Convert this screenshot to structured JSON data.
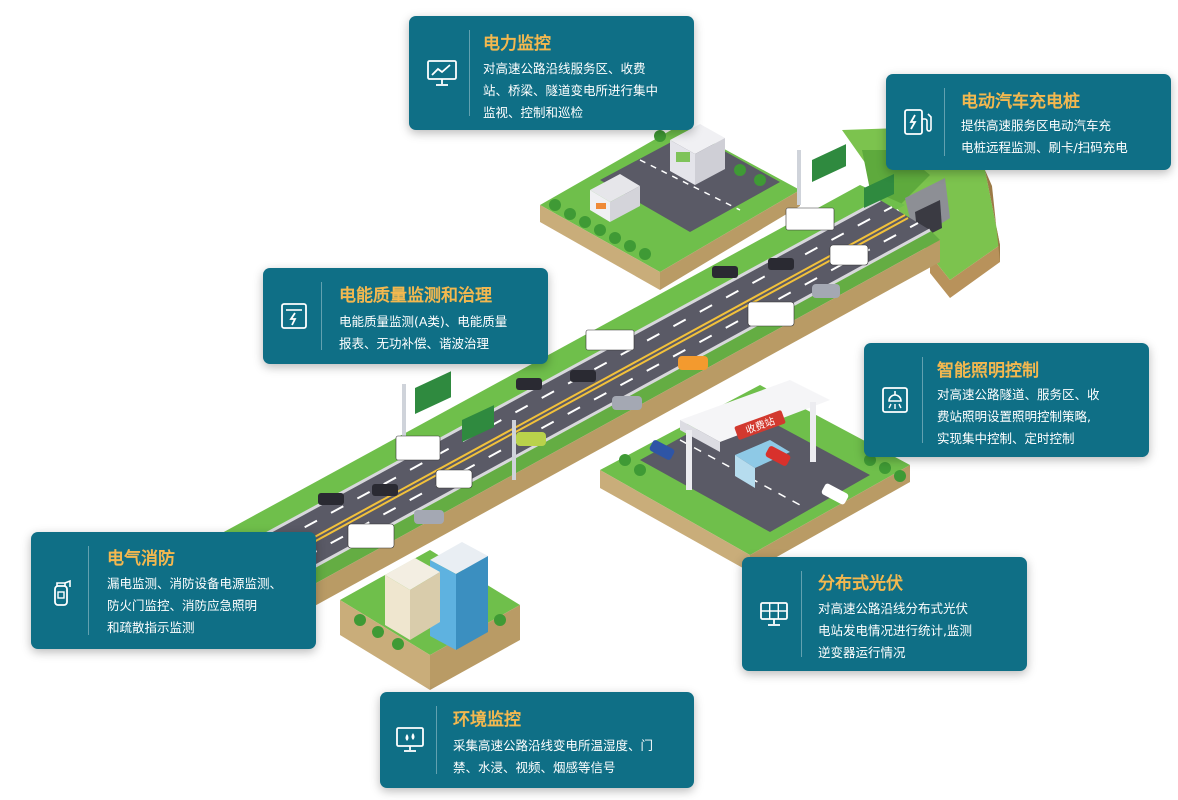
{
  "palette": {
    "card_bg": "#0f6f86",
    "title_color": "#f3b84f",
    "road": "#5a5a66",
    "grass": "#6fbf4b",
    "soil": "#c9ad7a"
  },
  "toll_booth_sign": "收费站",
  "cards": [
    {
      "id": "power",
      "icon": "monitor-chart-icon",
      "title": "电力监控",
      "lines": [
        "对高速公路沿线服务区、收费",
        "站、桥梁、隧道变电所进行集中",
        "监视、控制和巡检"
      ]
    },
    {
      "id": "ev",
      "icon": "ev-charger-icon",
      "title": "电动汽车充电桩",
      "lines": [
        "提供高速服务区电动汽车充",
        "电桩远程监测、刷卡/扫码充电"
      ]
    },
    {
      "id": "quality",
      "icon": "power-meter-icon",
      "title": "电能质量监测和治理",
      "lines": [
        "电能质量监测(A类)、电能质量",
        "报表、无功补偿、谐波治理"
      ]
    },
    {
      "id": "lighting",
      "icon": "lighting-icon",
      "title": "智能照明控制",
      "lines": [
        "对高速公路隧道、服务区、收",
        "费站照明设置照明控制策略,",
        "实现集中控制、定时控制"
      ]
    },
    {
      "id": "fire",
      "icon": "fire-extinguisher-icon",
      "title": "电气消防",
      "lines": [
        "漏电监测、消防设备电源监测、",
        "防火门监控、消防应急照明",
        "和疏散指示监测"
      ]
    },
    {
      "id": "pv",
      "icon": "solar-panel-icon",
      "title": "分布式光伏",
      "lines": [
        "对高速公路沿线分布式光伏",
        "电站发电情况进行统计,监测",
        "逆变器运行情况"
      ]
    },
    {
      "id": "env",
      "icon": "environment-monitor-icon",
      "title": "环境监控",
      "lines": [
        "采集高速公路沿线变电所温湿度、门",
        "禁、水浸、视频、烟感等信号"
      ]
    }
  ]
}
